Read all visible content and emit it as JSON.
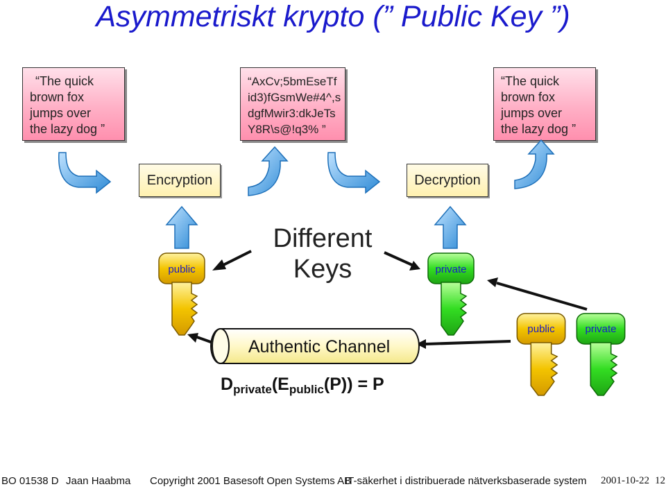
{
  "title": "Asymmetriskt krypto (” Public Key ”)",
  "plaintext_left": [
    "The quick",
    "brown fox",
    "jumps over",
    "the lazy dog"
  ],
  "ciphertext": [
    "AxCv;5bmEseTf",
    "id3)fGsmWe#4^,s",
    "dgfMwir3:dkJeTs",
    "Y8R\\s@!q3%"
  ],
  "plaintext_right": [
    "The quick",
    "brown fox",
    "jumps over",
    "the lazy dog"
  ],
  "open_quote": "“",
  "close_quote": "”",
  "encryption_label": "Encryption",
  "decryption_label": "Decryption",
  "different_keys": [
    "Different",
    "Keys"
  ],
  "keys": {
    "public": "public",
    "private": "private",
    "pair_public": "public",
    "pair_private": "private"
  },
  "channel_label": "Authentic Channel",
  "formula": {
    "d": "D",
    "d_sub": "private",
    "open": "(E",
    "e_sub": "public",
    "tail": "(P)) = P"
  },
  "footer": {
    "course": "BO 01538 D",
    "author": "Jaan Haabma",
    "copyright": "Copyright 2001 Basesoft Open Systems AB",
    "topic": "IT-säkerhet i distribuerade nätverksbaserade system",
    "date": "2001-10-22",
    "page": "12"
  },
  "colors": {
    "title": "#1a1acc",
    "arrow_blue": "#2f8bd6",
    "key_gold": "#f0c000",
    "key_green": "#33dd22",
    "message_pink": "#ffb0c6",
    "label_yellow": "#fff1b0"
  }
}
